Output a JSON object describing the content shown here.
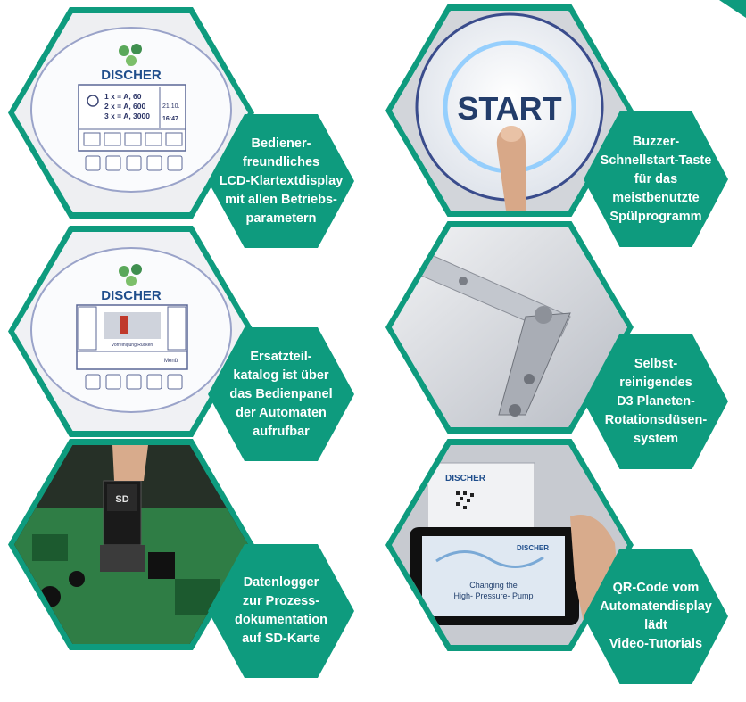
{
  "brand": "DISCHER",
  "colors": {
    "accent": "#0e9b7e",
    "screen_bg": "#f4f6fa",
    "panel_border": "#8a96c8"
  },
  "features": [
    {
      "label": "Bediener-\nfreundliches\nLCD-Klartextdisplay\nmit allen Betriebs-\nparametern"
    },
    {
      "label": "Buzzer-\nSchnellstart-Taste\nfür das\nmeistbenutzte\nSpülprogramm"
    },
    {
      "label": "Ersatzteil-\nkatalog ist über\ndas Bedienpanel\nder Automaten\naufrufbar"
    },
    {
      "label": "Selbst-\nreinigendes\nD3 Planeten-\nRotationsdüsen-\nsystem"
    },
    {
      "label": "Datenlogger\nzur Prozess-\ndokumentation\nauf SD-Karte"
    },
    {
      "label": "QR-Code vom\nAutomatendisplay\nlädt\nVideo-Tutorials"
    }
  ],
  "lcd_panel": {
    "lines": [
      "1 x = A, 60",
      "2 x = A, 600",
      "3 x = A, 3000"
    ],
    "date": "21.10.",
    "time": "16:47"
  },
  "catalog_panel": {
    "caption": "Vorreinigung/Rücken",
    "button": "Menü"
  },
  "start_button": {
    "label": "START"
  },
  "phone_screen": {
    "caption_line1": "Changing the",
    "caption_line2": "High- Pressure- Pump"
  },
  "sd_card": {
    "label": "SD"
  }
}
